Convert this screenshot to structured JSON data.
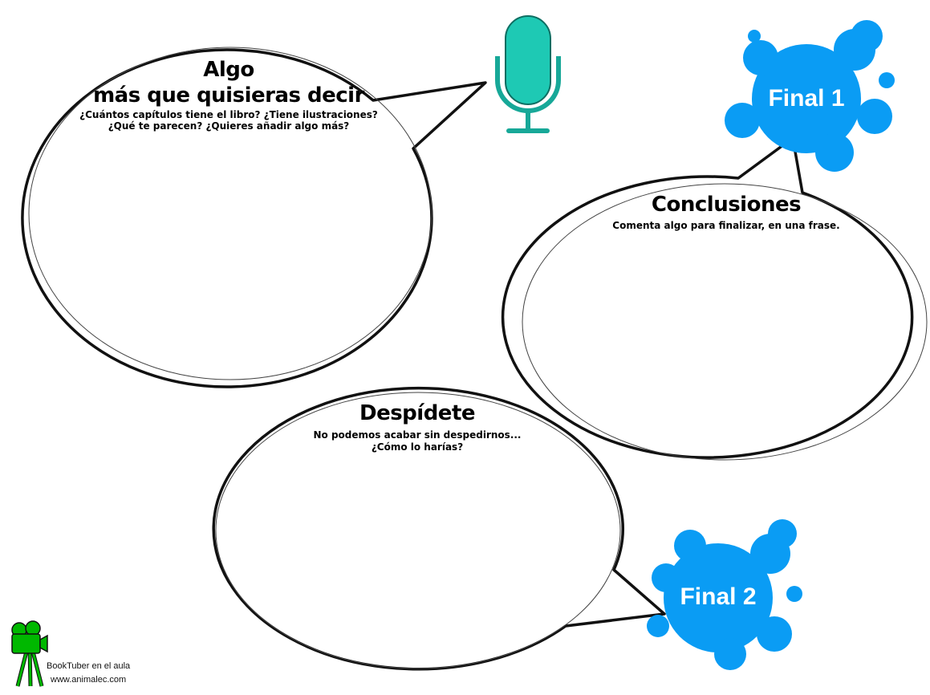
{
  "bubbles": {
    "extra": {
      "title_line1": "Algo",
      "title_line2": "más que quisieras decir",
      "prompt": "¿Cuántos capítulos tiene el libro? ¿Tiene ilustraciones? ¿Qué te parecen? ¿Quieres añadir algo más?"
    },
    "conclusions": {
      "title": "Conclusiones",
      "prompt": "Comenta algo para finalizar, en una frase."
    },
    "farewell": {
      "title": "Despídete",
      "prompt_line1": "No podemos acabar sin despedirnos...",
      "prompt_line2": "¿Cómo lo harías?"
    }
  },
  "splats": {
    "final1": "Final 1",
    "final2": "Final 2"
  },
  "credit": {
    "line1": "BookTuber en el aula",
    "line2": "www.animalec.com"
  },
  "colors": {
    "splat": "#0a9cf4",
    "mic": "#1ec9b4",
    "camera": "#00b800"
  }
}
